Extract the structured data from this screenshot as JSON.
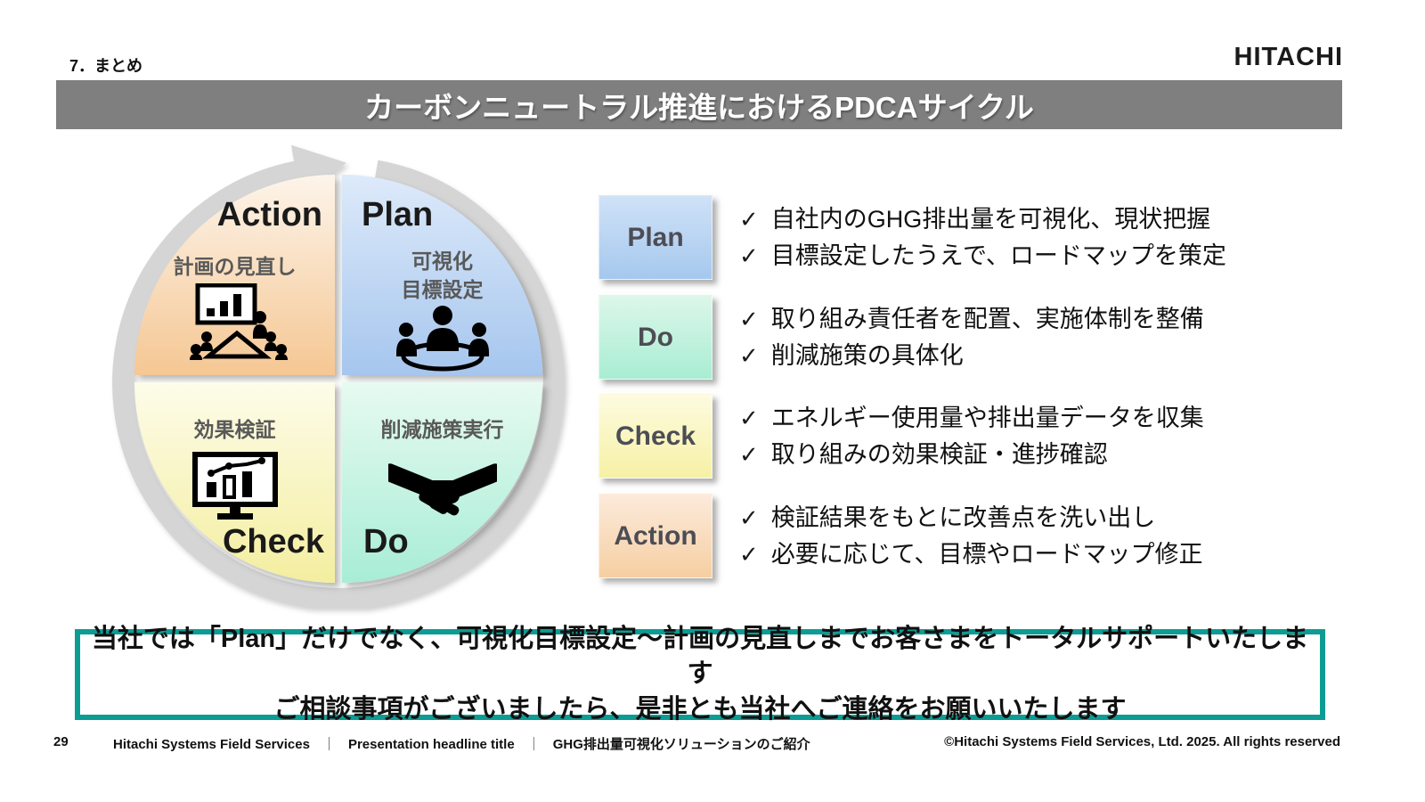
{
  "header": {
    "section_label": "7．まとめ",
    "logo_text": "HITACHI",
    "title": "カーボンニュートラル推進におけるPDCAサイクル"
  },
  "cycle": {
    "action": {
      "label": "Action",
      "caption": "計画の見直し",
      "icon": "presentation-meeting-icon"
    },
    "plan": {
      "label": "Plan",
      "caption_line1": "可視化",
      "caption_line2": "目標設定",
      "icon": "round-table-meeting-icon"
    },
    "check": {
      "label": "Check",
      "caption": "効果検証",
      "icon": "monitor-chart-icon"
    },
    "do": {
      "label": "Do",
      "caption": "削減施策実行",
      "icon": "handshake-icon"
    }
  },
  "glyphs": {
    "check_mark": "✓"
  },
  "details": [
    {
      "label": "Plan",
      "items": [
        "自社内のGHG排出量を可視化、現状把握",
        "目標設定したうえで、ロードマップを策定"
      ]
    },
    {
      "label": "Do",
      "items": [
        "取り組み責任者を配置、実施体制を整備",
        "削減施策の具体化"
      ]
    },
    {
      "label": "Check",
      "items": [
        "エネルギー使用量や排出量データを収集",
        "取り組みの効果検証・進捗確認"
      ]
    },
    {
      "label": "Action",
      "items": [
        "検証結果をもとに改善点を洗い出し",
        "必要に応じて、目標やロードマップ修正"
      ]
    }
  ],
  "summary_box": {
    "line1": "当社では「Plan」だけでなく、可視化目標設定～計画の見直しまでお客さまをトータルサポートいたします",
    "line2": "ご相談事項がございましたら、是非とも当社へご連絡をお願いいたします"
  },
  "footer": {
    "page_number": "29",
    "company": "Hitachi Systems Field Services",
    "separator": "｜",
    "headline": "Presentation headline title",
    "doc_title": "GHG排出量可視化ソリューションのご紹介",
    "copyright": "©Hitachi Systems Field Services, Ltd. 2025. All rights reserved"
  },
  "colors": {
    "title_bar_gray": "#7f7f7f",
    "summary_border_teal": "#0d9c94",
    "plan_blue": "#a6c8ee",
    "do_green": "#a9edd3",
    "check_yellow": "#f6f1a5",
    "action_orange": "#f6cfa2",
    "ring_gray": "#d5d5d5"
  }
}
